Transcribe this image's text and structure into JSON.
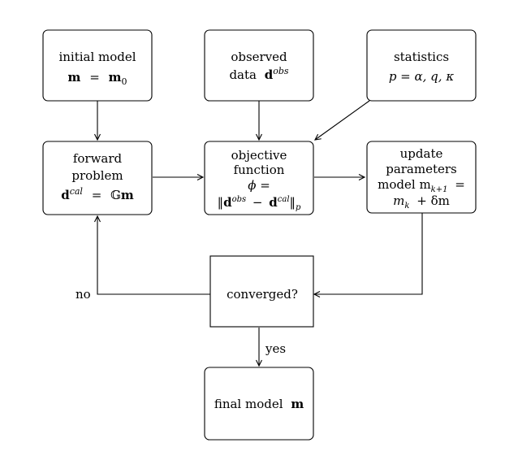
{
  "nodes": {
    "initial_model": {
      "line1": "initial model",
      "line2_bold_left": "m",
      "line2_eq": "=",
      "line2_bold_right": "m",
      "line2_sub": "0"
    },
    "observed_data": {
      "line1": "observed",
      "line2_text": "data",
      "line2_bold": "d",
      "line2_sup": "obs"
    },
    "statistics": {
      "line1": "statistics",
      "line2": "p = α, q, κ"
    },
    "forward_problem": {
      "line1": "forward",
      "line2": "problem",
      "line3_bold": "d",
      "line3_sup": "cal",
      "line3_eq": "=",
      "line3_bb": "𝔾",
      "line3_bold_m": "m"
    },
    "objective_function": {
      "line1": "objective",
      "line2": "function",
      "line3": "ϕ =",
      "line4_open": "‖",
      "line4_bold1": "d",
      "line4_sup1": "obs",
      "line4_minus": "−",
      "line4_bold2": "d",
      "line4_sup2": "cal",
      "line4_close": "‖",
      "line4_sub": "p"
    },
    "update_parameters": {
      "line1": "update",
      "line2": "parameters",
      "line3": "model m",
      "line3_sub": "k+1",
      "line3_eq": "=",
      "line4": "m",
      "line4_sub": "k",
      "line4_rest": "+ δm"
    },
    "converged": {
      "label": "converged?"
    },
    "final_model": {
      "label": "final model",
      "label_bold": "m"
    }
  },
  "edge_labels": {
    "no": "no",
    "yes": "yes"
  }
}
